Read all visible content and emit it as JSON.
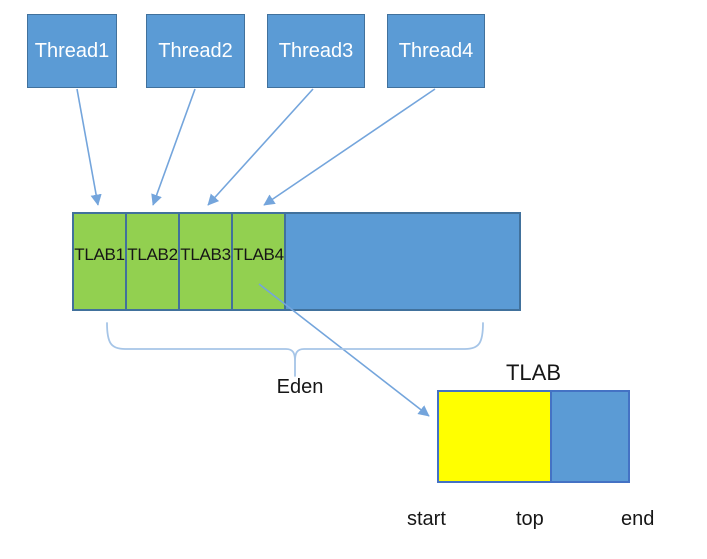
{
  "colors": {
    "box_blue": "#5B9BD5",
    "box_blue_border": "#41719C",
    "green": "#92D050",
    "yellow": "#FFFF00",
    "arrow_blue": "#74A5DC",
    "brace_blue": "#A6C5E7",
    "small_box_border": "#4472C4",
    "background": "#FFFFFF"
  },
  "threads": [
    {
      "label": "Thread1"
    },
    {
      "label": "Thread2"
    },
    {
      "label": "Thread3"
    },
    {
      "label": "Thread4"
    }
  ],
  "eden": {
    "label": "Eden",
    "tlabs": [
      {
        "label": "TLAB1"
      },
      {
        "label": "TLAB2"
      },
      {
        "label": "TLAB3"
      },
      {
        "label": "TLAB4"
      }
    ]
  },
  "tlab_detail": {
    "title": "TLAB",
    "pointers": [
      {
        "label": "start"
      },
      {
        "label": "top"
      },
      {
        "label": "end"
      }
    ]
  }
}
